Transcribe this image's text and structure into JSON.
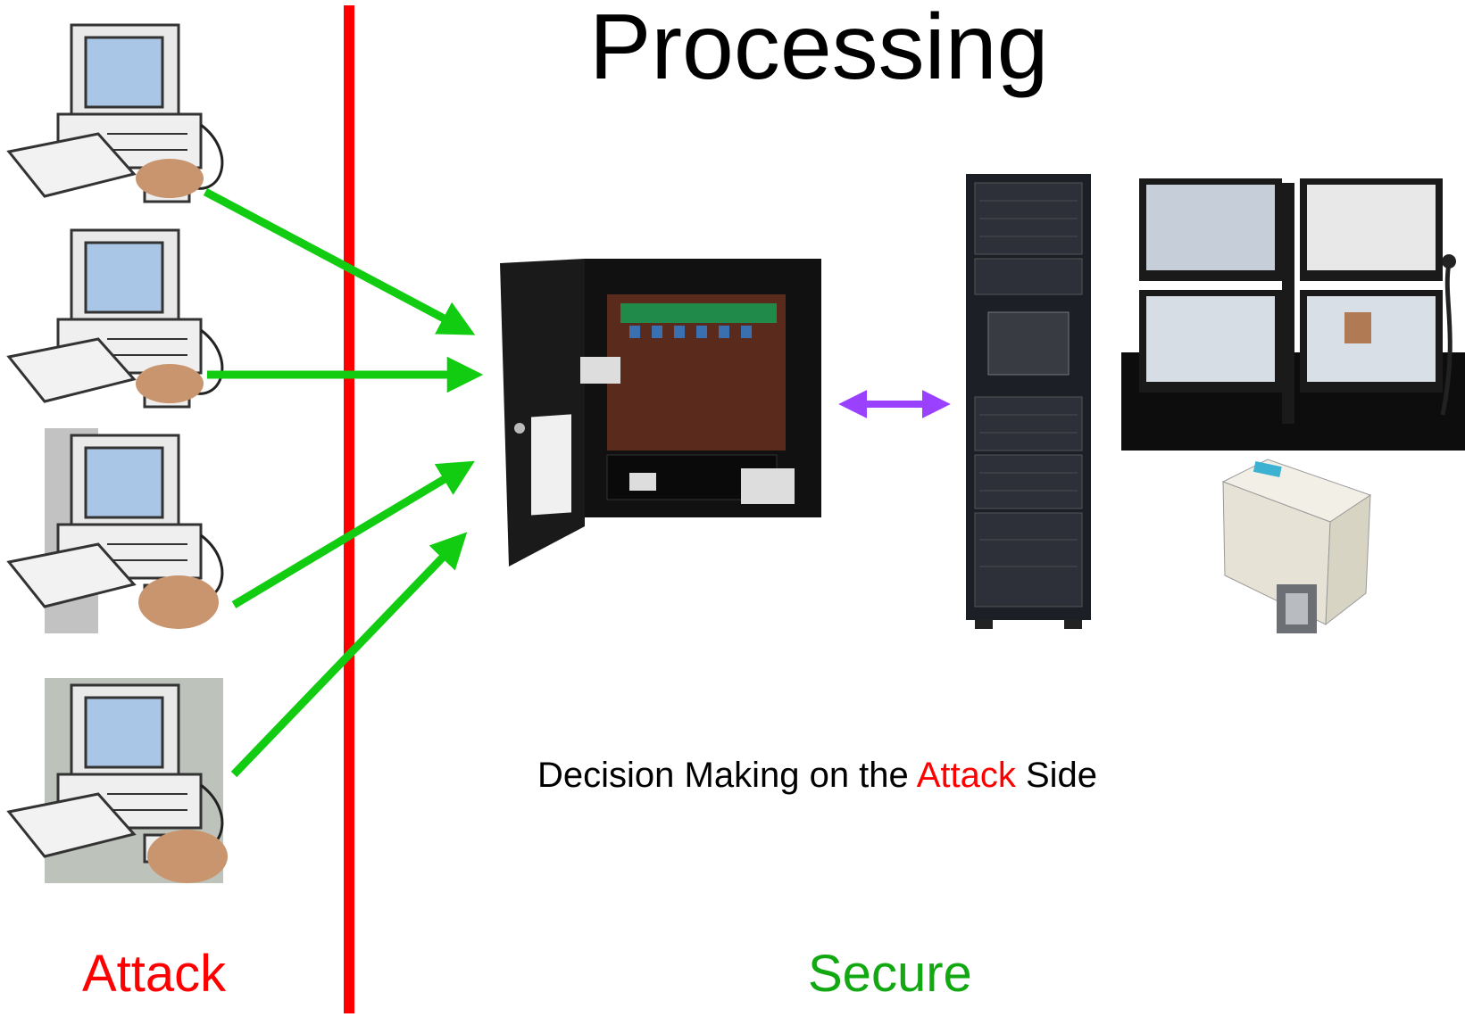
{
  "slide": {
    "title": "Processing",
    "caption": {
      "before": "Decision Making on the ",
      "highlight": "Attack",
      "after": " Side"
    },
    "zone_labels": {
      "attack": "Attack",
      "secure": "Secure"
    },
    "colors": {
      "divider": "#ff0000",
      "arrows": "#12cc12",
      "link_arrow": "#9a40ff",
      "attack_text": "#ff0000",
      "secure_text": "#12a812"
    },
    "icons": {
      "reader_stations": [
        "computer-card-reader-icon",
        "computer-card-reader-icon",
        "computer-card-reader-icon",
        "computer-card-reader-icon"
      ],
      "controller": "access-control-panel-icon",
      "server": "server-rack-icon",
      "monitors": "monitor-wall-icon",
      "printer": "badge-printer-icon"
    }
  }
}
